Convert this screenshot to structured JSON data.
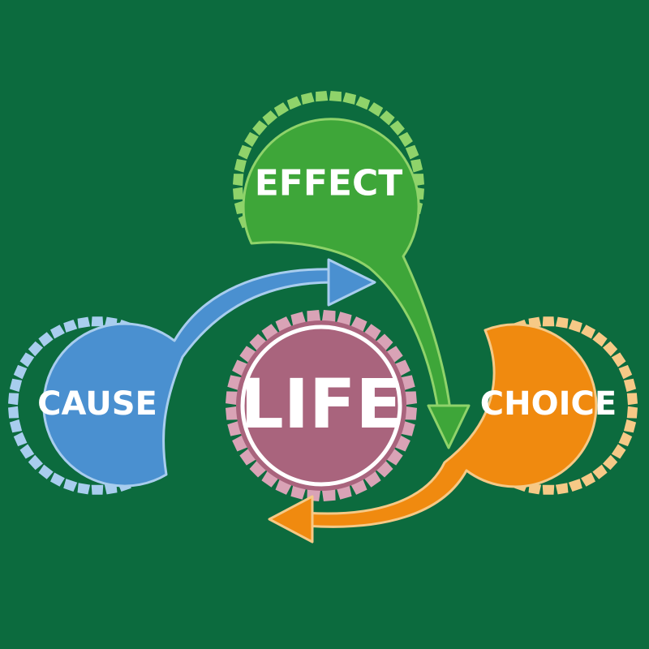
{
  "colors": {
    "background": "#0c6b3e",
    "effect": "#3ea639",
    "effect_outline": "#8fd36a",
    "cause": "#4a90d0",
    "cause_outline": "#a8cdee",
    "choice": "#f08a0f",
    "choice_outline": "#f6c986",
    "life": "#a9647d",
    "life_outline": "#d9a3b6",
    "text": "#ffffff"
  },
  "nodes": {
    "effect": {
      "label": "EFFECT"
    },
    "cause": {
      "label": "CAUSE"
    },
    "choice": {
      "label": "CHOICE"
    },
    "life": {
      "label": "LIFE"
    }
  }
}
